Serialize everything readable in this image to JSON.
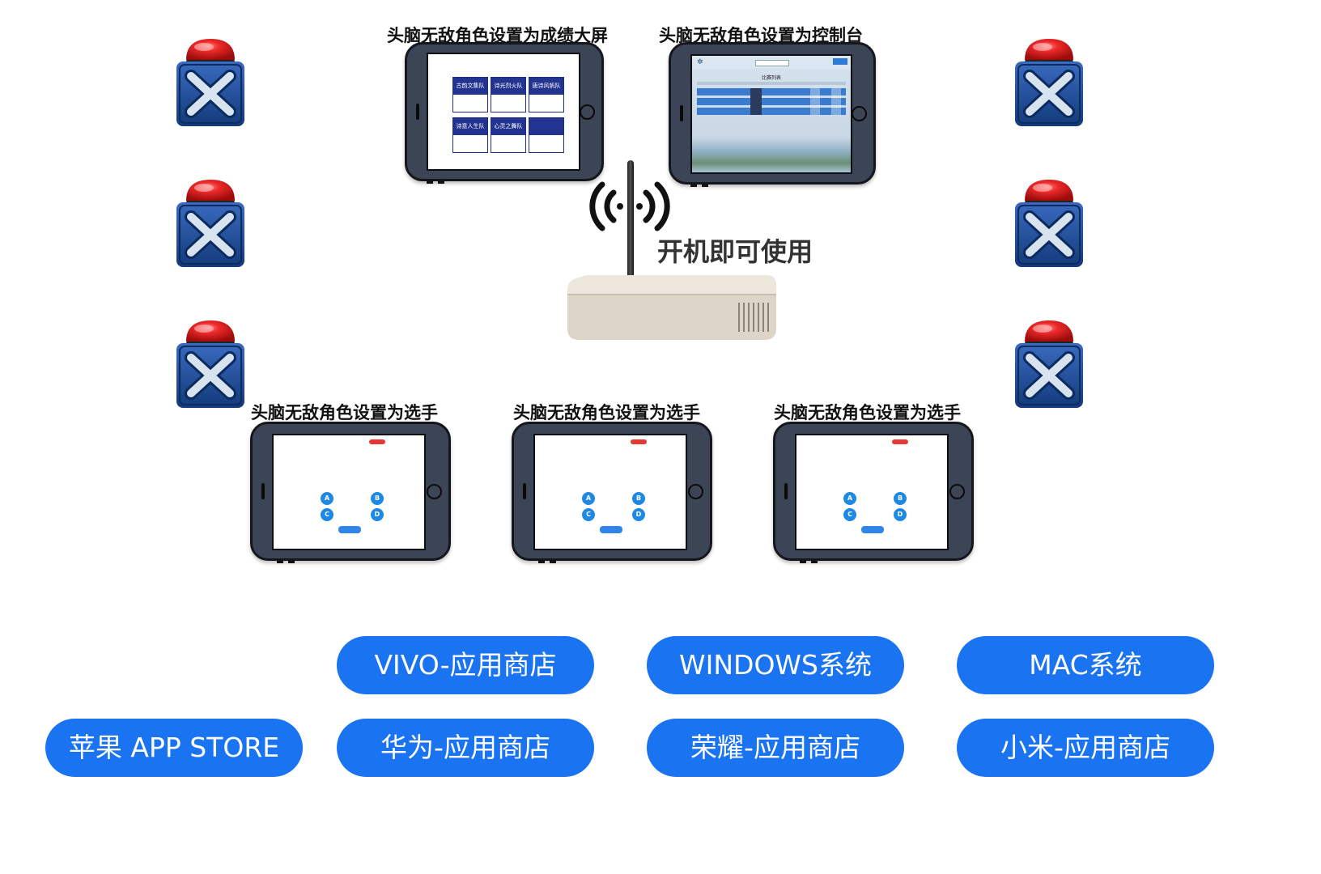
{
  "captions": {
    "scoreboard": "头脑无敌角色设置为成绩大屏",
    "console": "头脑无敌角色设置为控制台",
    "player1": "头脑无敌角色设置为选手",
    "player2": "头脑无敌角色设置为选手",
    "player3": "头脑无敌角色设置为选手"
  },
  "router_label": "开机即可使用",
  "scoreboard_teams": [
    "古韵文集队",
    "诗光烈火队",
    "唐诗风帆队",
    "诗意人生队",
    "心灵之舞队",
    ""
  ],
  "console_screen": {
    "title": "比赛列表"
  },
  "player_screen": {
    "options": [
      "A",
      "B",
      "C",
      "D"
    ]
  },
  "stores": {
    "row1": [
      "VIVO-应用商店",
      "WINDOWS系统",
      "MAC系统"
    ],
    "row2": [
      "苹果 APP STORE",
      "华为-应用商店",
      "荣耀-应用商店",
      "小米-应用商店"
    ]
  },
  "colors": {
    "pill": "#1a73f0",
    "buzzer_cap": "#e11d1d",
    "buzzer_body": "#1c4a94",
    "team_header": "#22348f"
  }
}
